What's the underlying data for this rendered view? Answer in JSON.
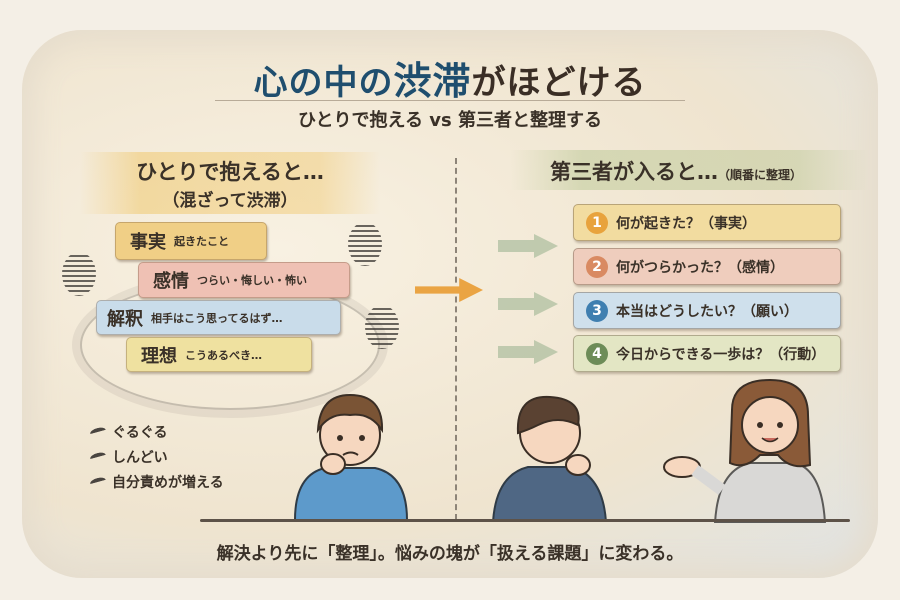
{
  "title": {
    "part1": "心の中の",
    "part2": "渋滞",
    "part3": "がほどける"
  },
  "subtitle": "ひとりで抱える vs 第三者と整理する",
  "left": {
    "heading": "ひとりで抱えると…",
    "subheading": "（混ざって渋滞）",
    "cards": [
      {
        "key": "事実",
        "desc": "起きたこと",
        "color": "#f0cf86"
      },
      {
        "key": "感情",
        "desc": "つらい・悔しい・怖い",
        "color": "#efc1b4"
      },
      {
        "key": "解釈",
        "desc": "相手はこう思ってるはず…",
        "color": "#c9dcea"
      },
      {
        "key": "理想",
        "desc": "こうあるべき…",
        "color": "#efe1a0"
      }
    ],
    "bullets": [
      "ぐるぐる",
      "しんどい",
      "自分責めが増える"
    ]
  },
  "right": {
    "heading": "第三者が入ると…",
    "subheading": "（順番に整理）",
    "steps": [
      {
        "num": "1",
        "text": "何が起きた？（事実）",
        "bg": "#f2dca0",
        "badge": "#e8a33d"
      },
      {
        "num": "2",
        "text": "何がつらかった？（感情）",
        "bg": "#efcdbd",
        "badge": "#d98a62"
      },
      {
        "num": "3",
        "text": "本当はどうしたい？（願い）",
        "bg": "#cfe0ec",
        "badge": "#3f7fb0"
      },
      {
        "num": "4",
        "text": "今日からできる一歩は？（行動）",
        "bg": "#e3e6c4",
        "badge": "#6d8c58"
      }
    ]
  },
  "caption": "解決より先に「整理」。悩みの塊が「扱える課題」に変わる。"
}
